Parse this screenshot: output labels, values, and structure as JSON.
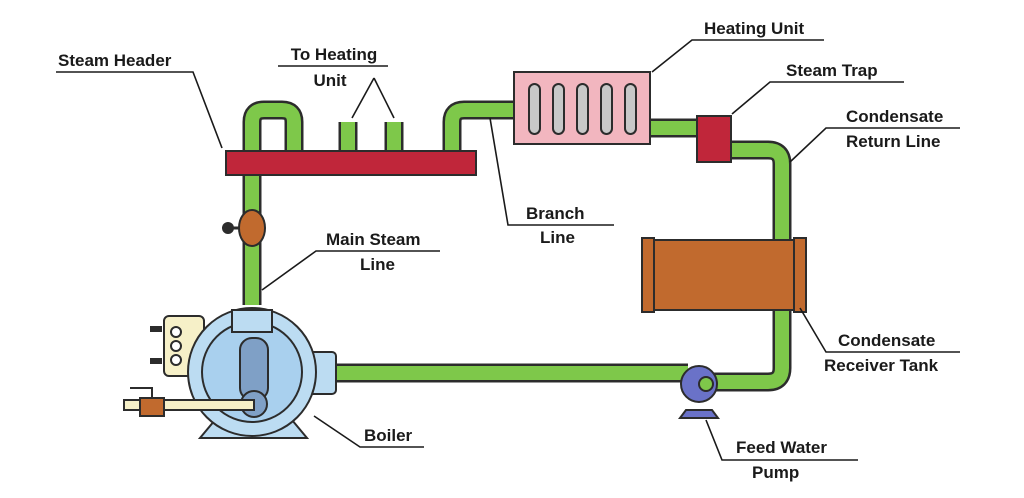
{
  "colors": {
    "pipe": "#7ec84a",
    "header": "#c0263a",
    "heating_unit": "#f2b6bf",
    "steam_trap": "#c0263a",
    "receiver_tank": "#c16a2e",
    "valve": "#c16a2e",
    "boiler": "#bcdcf2",
    "pump": "#6a72c8"
  },
  "labels": {
    "steam_header": "Steam Header",
    "to_heating_line1": "To Heating",
    "to_heating_line2": "Unit",
    "heating_unit": "Heating Unit",
    "steam_trap": "Steam Trap",
    "condensate_return_line1": "Condensate",
    "condensate_return_line2": "Return Line",
    "branch_line1": "Branch",
    "branch_line2": "Line",
    "main_steam_line1": "Main Steam",
    "main_steam_line2": "Line",
    "receiver_line1": "Condensate",
    "receiver_line2": "Receiver Tank",
    "boiler": "Boiler",
    "feed_pump_line1": "Feed Water",
    "feed_pump_line2": "Pump"
  },
  "icons": [
    "valve-icon",
    "boiler-icon",
    "pump-icon",
    "steam-trap-icon",
    "heating-unit-icon",
    "receiver-tank-icon"
  ]
}
